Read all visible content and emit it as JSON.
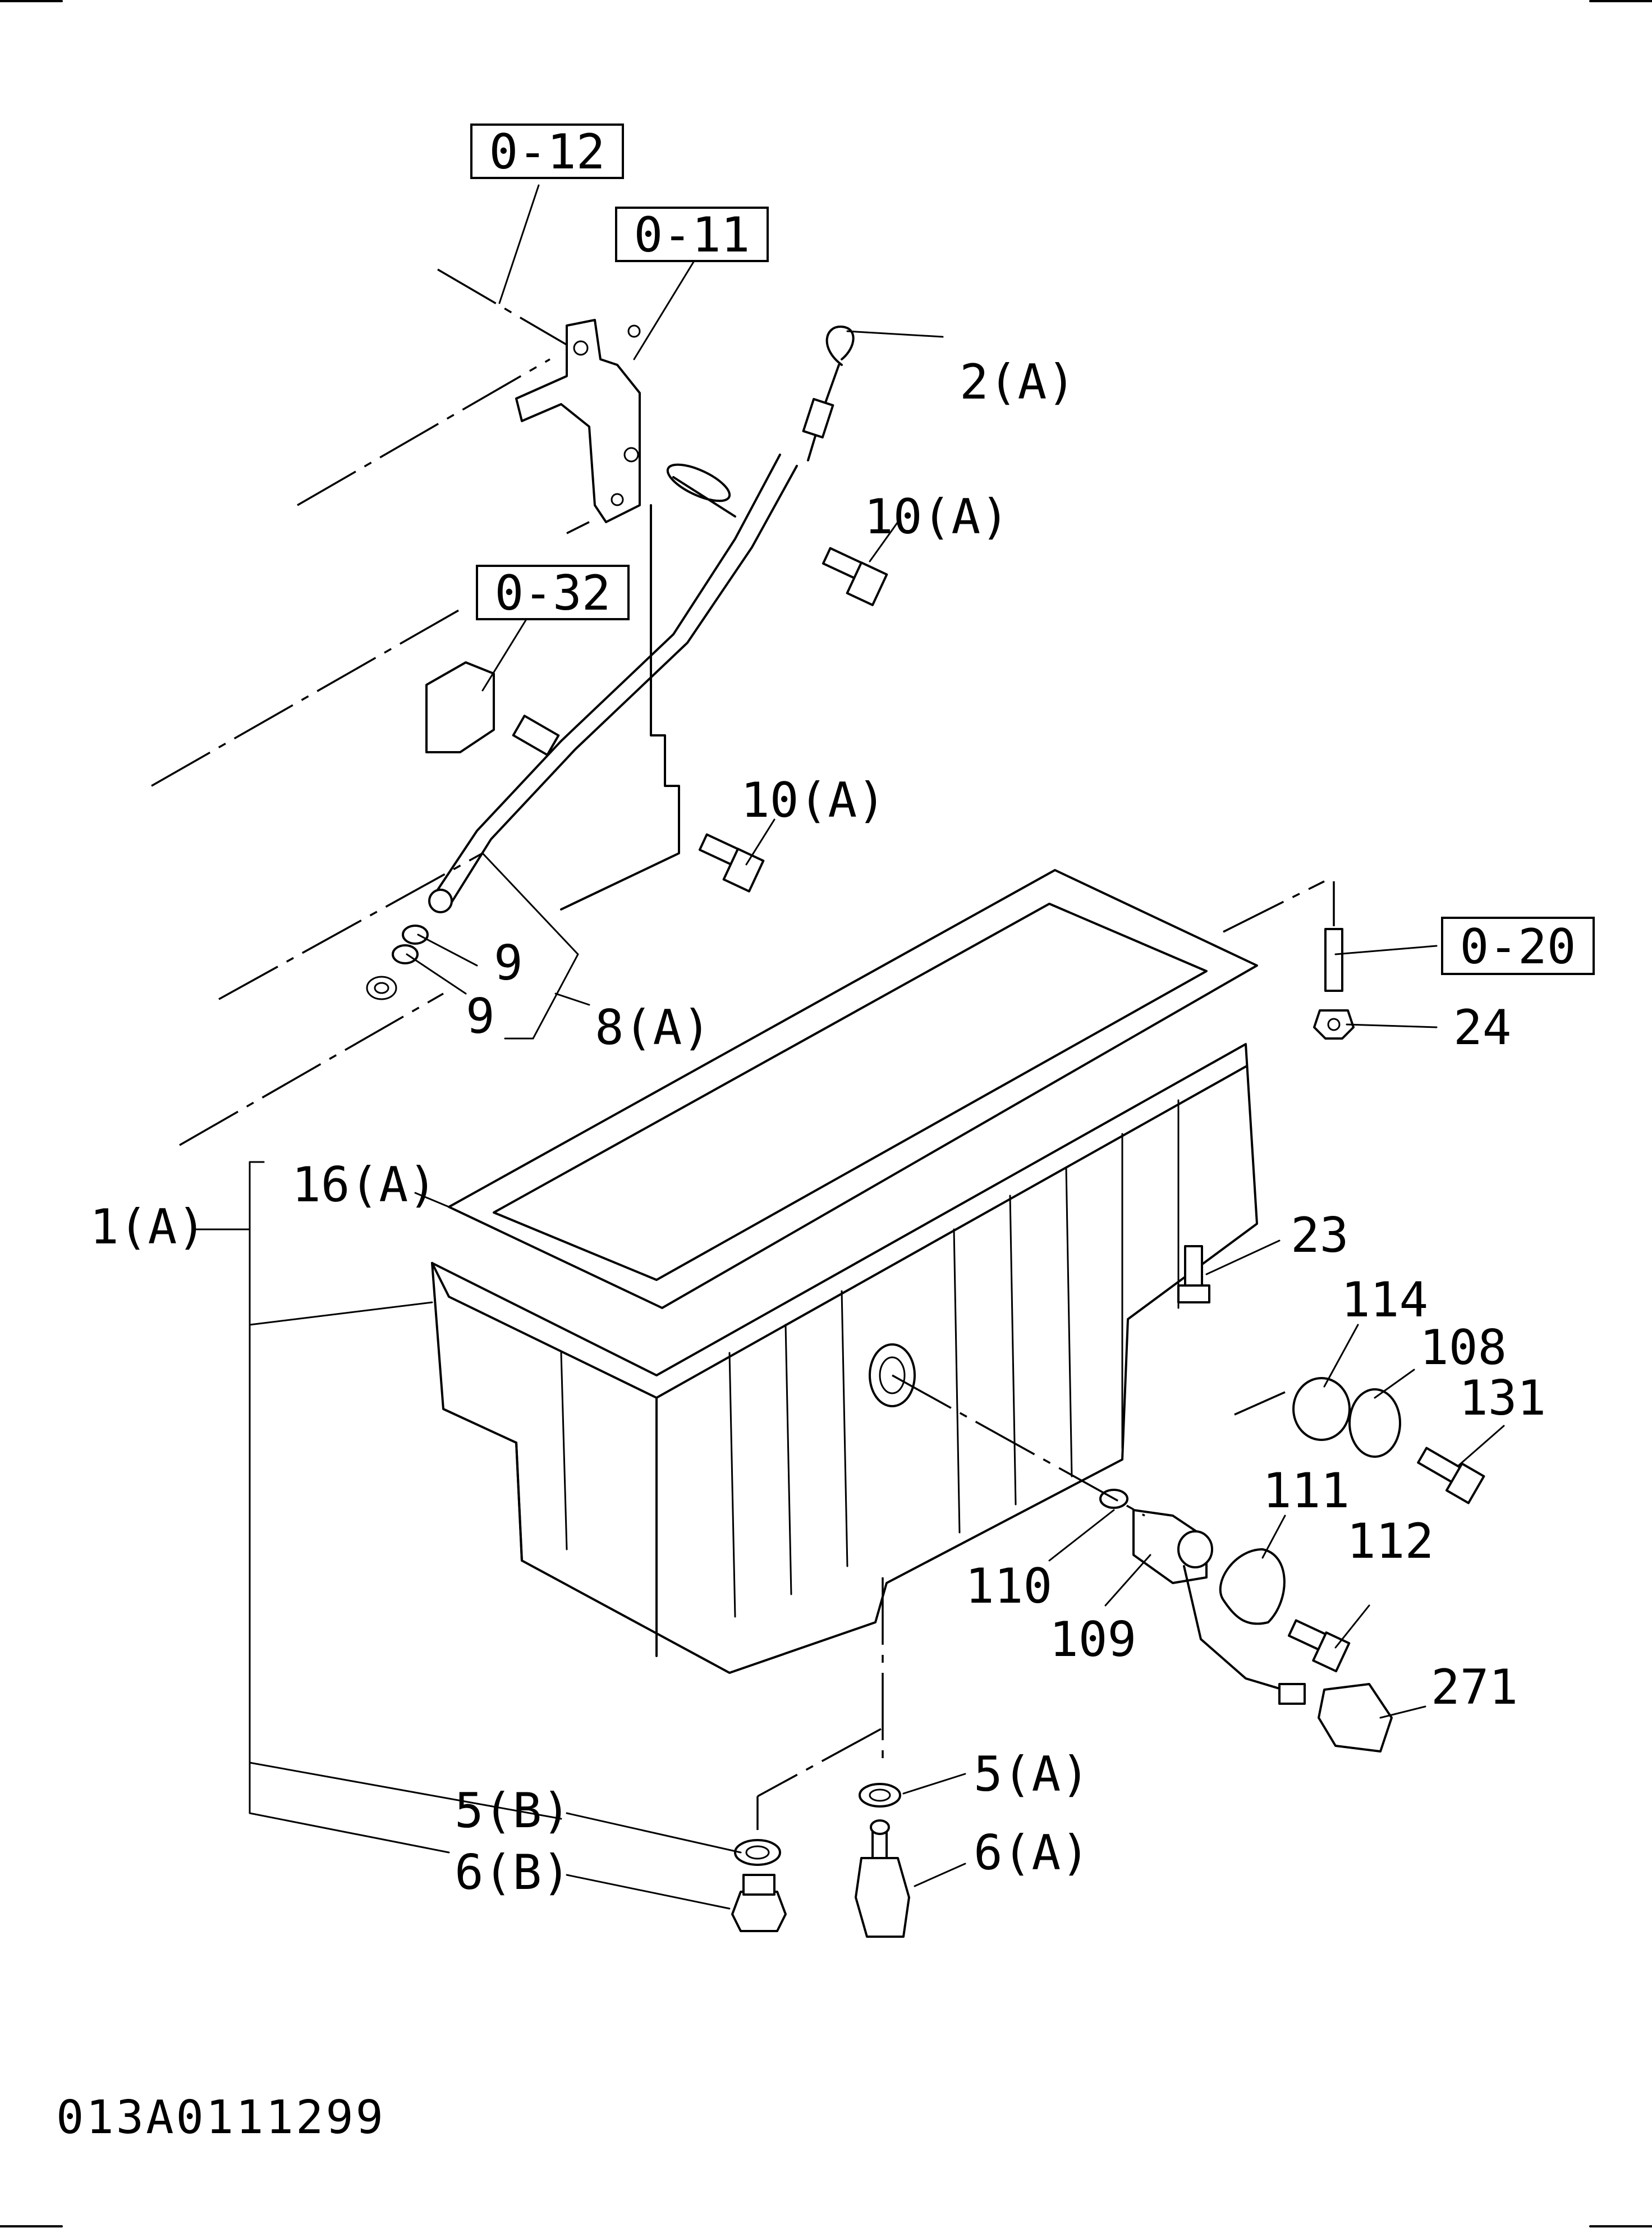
{
  "references": {
    "r1": "0-12",
    "r2": "0-11",
    "r3": "0-32",
    "r4": "0-20"
  },
  "labels": {
    "l_2a": "2(A)",
    "l_10a_1": "10(A)",
    "l_10a_2": "10(A)",
    "l_9_1": "9",
    "l_9_2": "9",
    "l_8a": "8(A)",
    "l_24": "24",
    "l_16a": "16(A)",
    "l_1a": "1(A)",
    "l_23": "23",
    "l_114": "114",
    "l_108": "108",
    "l_131": "131",
    "l_111": "111",
    "l_112": "112",
    "l_110": "110",
    "l_109": "109",
    "l_271": "271",
    "l_5a": "5(A)",
    "l_5b": "5(B)",
    "l_6a": "6(A)",
    "l_6b": "6(B)"
  },
  "drawing_code": "013A0111299"
}
